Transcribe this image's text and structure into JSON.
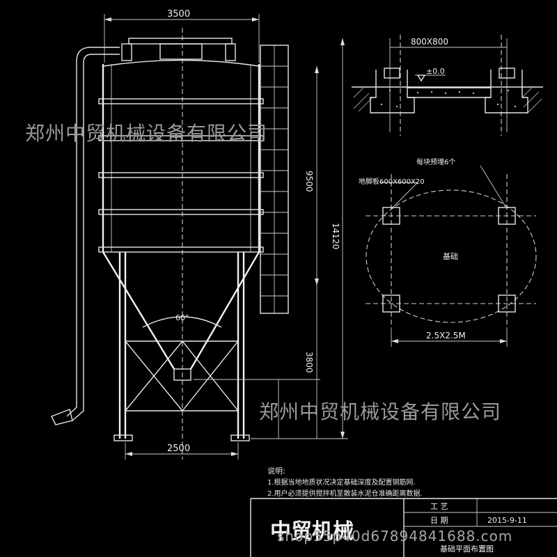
{
  "dimensions": {
    "top_width": "3500",
    "bottom_width": "2500",
    "upper_height": "9500",
    "total_height": "14120",
    "lower_height": "3800",
    "cone_angle": "60°",
    "foundation_pit": "800X800",
    "level_mark": "±0.0",
    "foundation_spacing": "2.5X2.5M"
  },
  "plan_labels": {
    "anchor_bolt": "每块预埋6个",
    "ground_plate": "地脚板600X600X20",
    "foundation": "基础"
  },
  "notes": {
    "heading": "说明:",
    "line1": "1.根据当地地质状况决定基础深度及配置钢筋网.",
    "line2": "2.用户必须提供搅拌机至散装水泥仓准确距离数据."
  },
  "title_block": {
    "company": "中贸机械",
    "craft_label": "工 艺",
    "date_label": "日 期",
    "date_value": "2015-9-11",
    "drawing_name": "基础平面布置图"
  },
  "watermarks": {
    "upper": "郑州中贸机械设备有限公司",
    "lower": "郑州中贸机械设备有限公司",
    "shop": "shop55p40d67894841688.com"
  }
}
